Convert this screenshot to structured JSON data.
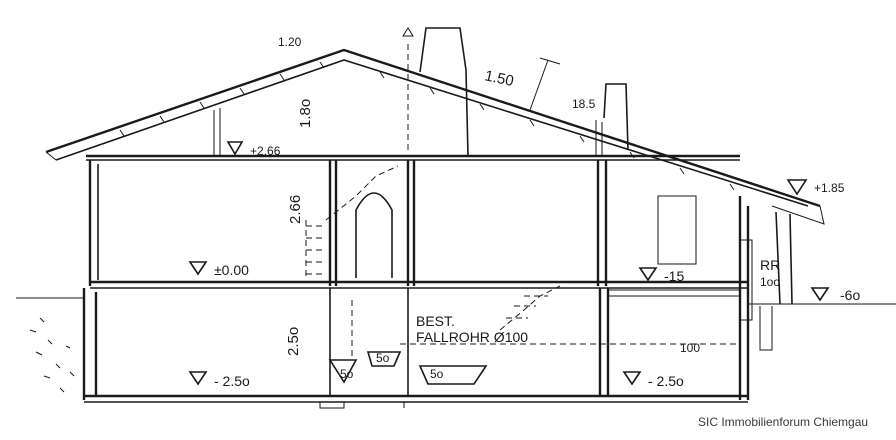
{
  "drawing": {
    "levels": {
      "ridge_top": "+2.66",
      "right_eave": "+1.85",
      "ground_floor": "±0.00",
      "ground_right": "-15",
      "basement_left": "- 2.5o",
      "basement_right": "- 2.5o",
      "outside_right": "-6o"
    },
    "dimensions": {
      "roof_height": "1.8o",
      "storey_height": "2.66",
      "basement_height": "2.5o",
      "roof_thickness": "1.50",
      "chimney_top": "18.5",
      "top_left_mark": "1.20",
      "pipe_run": "100",
      "sink_left": "5o",
      "sink_mid": "5o",
      "sink_right": "5o"
    },
    "notes": {
      "pipe_line1": "BEST.",
      "pipe_line2": "FALLROHR Ø100",
      "rr_label": "RR",
      "rr_value": "1oo"
    }
  },
  "watermark": "SIC Immobilienforum Chiemgau"
}
